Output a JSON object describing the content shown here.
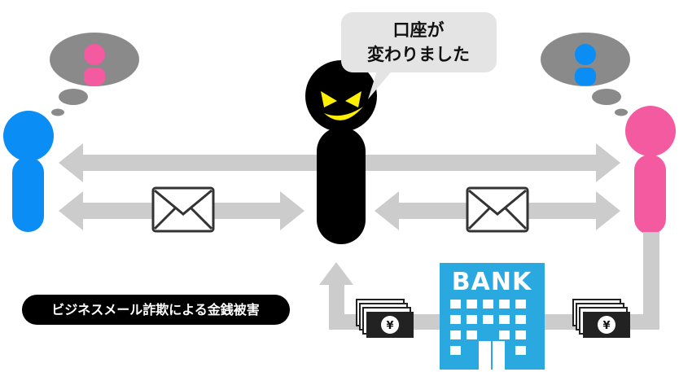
{
  "speech_bubble": {
    "line1": "口座が",
    "line2": "変わりました"
  },
  "caption": "ビジネスメール詐欺による金銭被害",
  "bank": {
    "label": "BANK"
  },
  "money": {
    "symbol": "¥"
  },
  "icons": {
    "left_person": "person-icon",
    "right_person": "person-icon",
    "fraudster": "fraudster-icon",
    "mail": "envelope-icon",
    "bank": "bank-building-icon",
    "cash": "banknote-stack-icon"
  },
  "colors": {
    "left_person": "#0a8ef5",
    "right_person": "#f45aa0",
    "fraudster": "#000000",
    "fraudster_eyes": "#ffef00",
    "arrows": "#cccccc",
    "thought_bubble": "#8a8a8a",
    "speech_bubble": "#e4e4e4",
    "bank": "#2aa8e0"
  }
}
